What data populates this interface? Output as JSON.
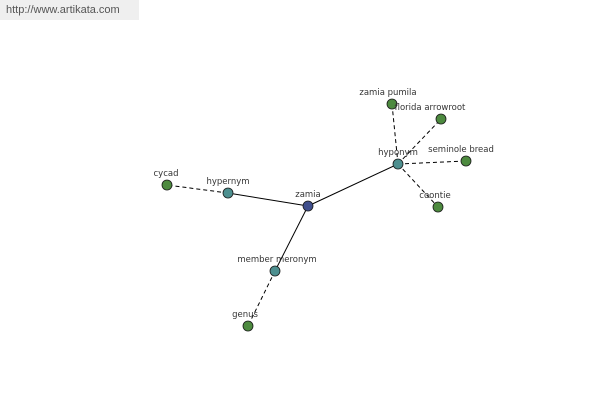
{
  "banner": {
    "url": "http://www.artikata.com"
  },
  "colors": {
    "center": "#3f4e8c",
    "relation": "#4d8f8f",
    "leaf": "#4d8a3f",
    "edge": "#000000"
  },
  "graph": {
    "nodes": [
      {
        "id": "zamia",
        "label": "zamia",
        "kind": "center"
      },
      {
        "id": "hypernym",
        "label": "hypernym",
        "kind": "relation"
      },
      {
        "id": "hyponym",
        "label": "hyponym",
        "kind": "relation"
      },
      {
        "id": "member-meronym",
        "label": "member meronym",
        "kind": "relation"
      },
      {
        "id": "cycad",
        "label": "cycad",
        "kind": "leaf"
      },
      {
        "id": "genus",
        "label": "genus",
        "kind": "leaf"
      },
      {
        "id": "zamia-pumila",
        "label": "zamia pumila",
        "kind": "leaf"
      },
      {
        "id": "florida-arrowroot",
        "label": "florida arrowroot",
        "kind": "leaf"
      },
      {
        "id": "seminole-bread",
        "label": "seminole bread",
        "kind": "leaf"
      },
      {
        "id": "coontie",
        "label": "coontie",
        "kind": "leaf"
      }
    ],
    "edges": [
      {
        "from": "zamia",
        "to": "hypernym",
        "style": "solid"
      },
      {
        "from": "zamia",
        "to": "hyponym",
        "style": "solid"
      },
      {
        "from": "zamia",
        "to": "member-meronym",
        "style": "solid"
      },
      {
        "from": "hypernym",
        "to": "cycad",
        "style": "dashed"
      },
      {
        "from": "member-meronym",
        "to": "genus",
        "style": "dashed"
      },
      {
        "from": "hyponym",
        "to": "zamia-pumila",
        "style": "dashed"
      },
      {
        "from": "hyponym",
        "to": "florida-arrowroot",
        "style": "dashed"
      },
      {
        "from": "hyponym",
        "to": "seminole-bread",
        "style": "dashed"
      },
      {
        "from": "hyponym",
        "to": "coontie",
        "style": "dashed"
      }
    ]
  }
}
